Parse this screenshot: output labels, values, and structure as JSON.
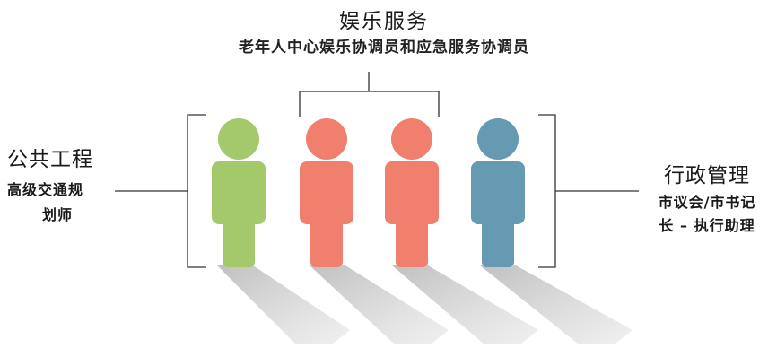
{
  "top_group": {
    "title": "娱乐服务",
    "subtitle": "老年人中心娱乐协调员和应急服务协调员"
  },
  "left_group": {
    "title": "公共工程",
    "line1": "高级交通规",
    "line2": "划师"
  },
  "right_group": {
    "title": "行政管理",
    "line1": "市议会/市书记",
    "line2": "长 – 执行助理"
  },
  "figures": [
    {
      "id": "figure-1",
      "color": "#a3c96b",
      "group": "left"
    },
    {
      "id": "figure-2",
      "color": "#f07f6d",
      "group": "top"
    },
    {
      "id": "figure-3",
      "color": "#f07f6d",
      "group": "top"
    },
    {
      "id": "figure-4",
      "color": "#6699b2",
      "group": "right"
    }
  ],
  "colors": {
    "line": "#333333",
    "shadow": "#c8c8c8"
  }
}
